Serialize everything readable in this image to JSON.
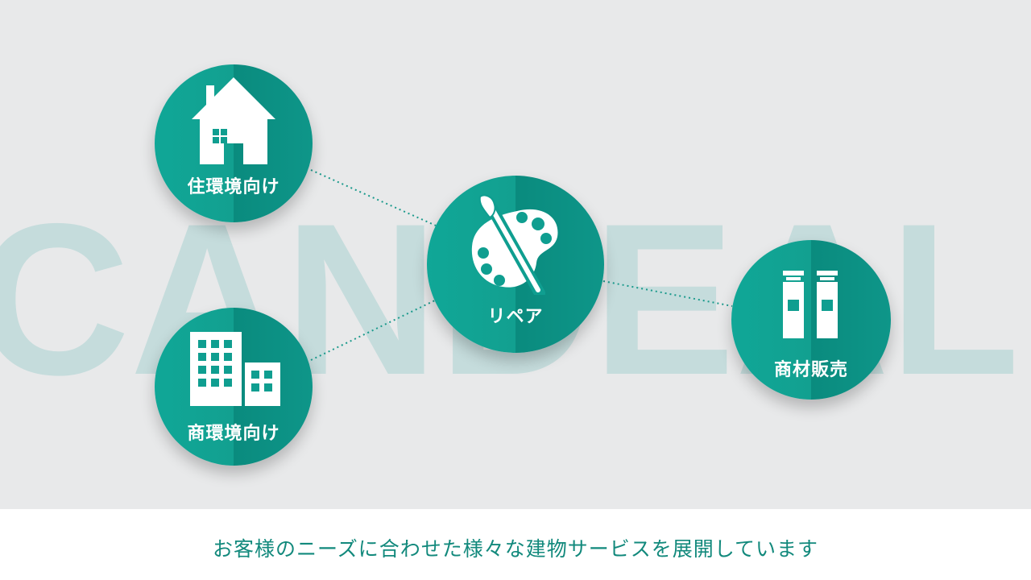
{
  "watermark": {
    "text": "CANDEAL",
    "color": "#c5dcdc"
  },
  "colors": {
    "teal": "#10a797",
    "teal_dark": "#0a8b7e",
    "link": "#1b9a8c",
    "caption": "#12897c"
  },
  "nodes": {
    "home": {
      "label": "住環境向け",
      "icon": "house-icon"
    },
    "commercial": {
      "label": "商環境向け",
      "icon": "building-icon"
    },
    "repair": {
      "label": "リペア",
      "icon": "paint-palette-icon"
    },
    "sales": {
      "label": "商材販売",
      "icon": "paint-tubes-icon"
    }
  },
  "caption": "お客様のニーズに合わせた様々な建物サービスを展開しています"
}
